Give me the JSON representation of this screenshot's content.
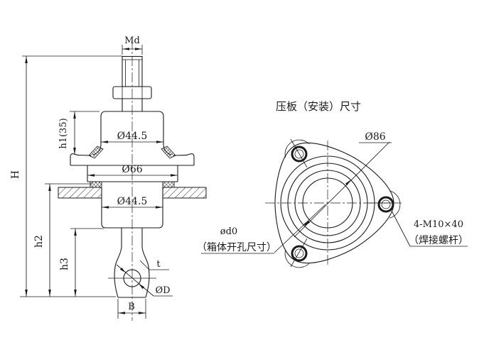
{
  "drawing": {
    "background": "#ffffff",
    "line_color": "#1a1a1a",
    "front_view": {
      "labels": {
        "thread_top": "Md",
        "dia_upper_body": "Ø44.5",
        "dia_flange": "Ø66",
        "dia_lower_body": "Ø44.5",
        "height_h1": "h1(35)",
        "height_total": "H",
        "height_h2": "h2",
        "height_h3": "h3",
        "eye_thickness": "t",
        "eye_hole_dia": "ØD",
        "eye_width": "B"
      }
    },
    "top_view": {
      "title": "压板（安装）尺寸",
      "labels": {
        "bolt_circle_dia": "Ø86",
        "opening_dia": "ød0",
        "opening_note": "（箱体开孔尺寸）",
        "bolt_spec": "4-M10×40",
        "bolt_note": "（焊接螺杆）"
      }
    }
  }
}
